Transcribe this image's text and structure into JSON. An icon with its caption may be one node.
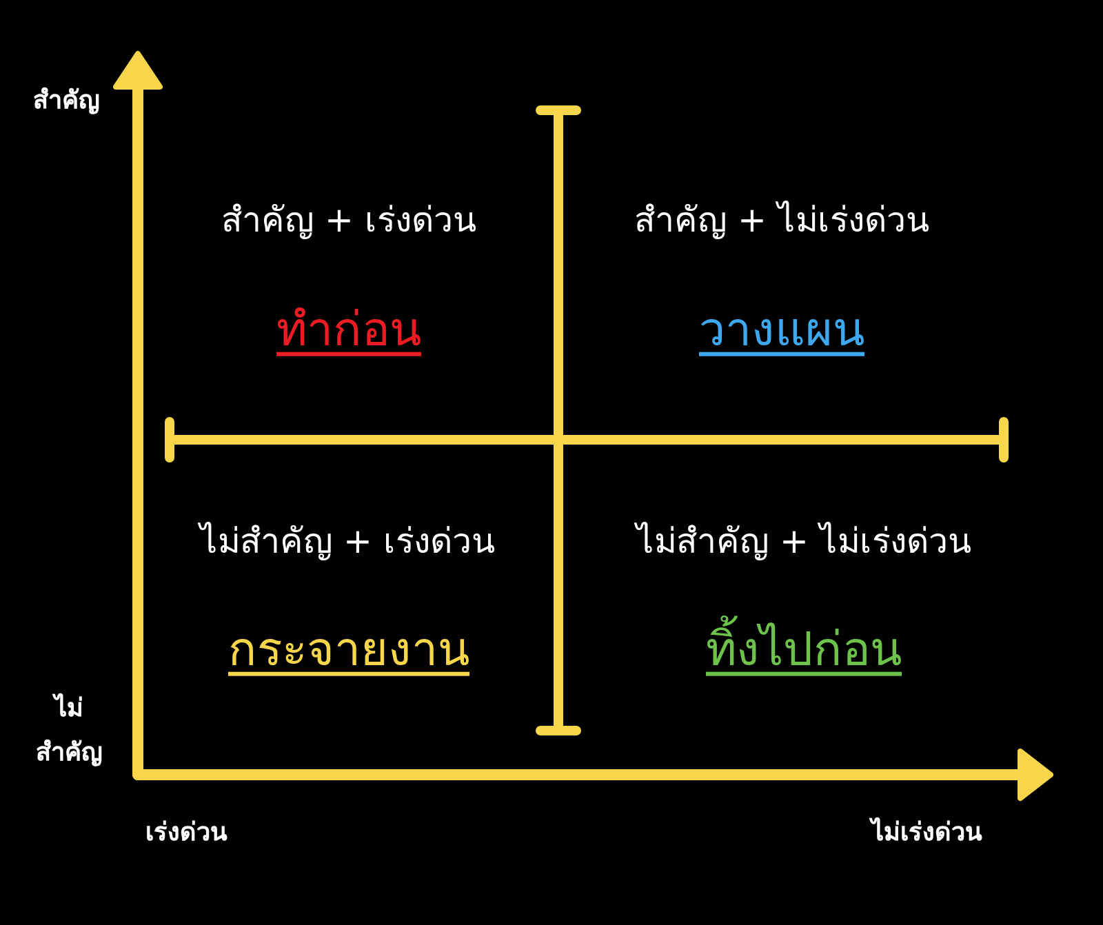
{
  "diagram": {
    "labels": [
      "สำคัญ",
      "สำคัญ + เร่งด่วน",
      "สำคัญ + ไม่เร่งด่วน",
      "ทำก่อน",
      "วางแผน",
      "ไม่สำคัญ + เร่งด่วน",
      "ไม่สำคัญ + ไม่เร่งด่วน",
      "กระจายงาน",
      "ทิ้งไปก่อน",
      "ไม่สำคัญ",
      "เร่งด่วน",
      "ไม่เร่งด่วน"
    ]
  }
}
